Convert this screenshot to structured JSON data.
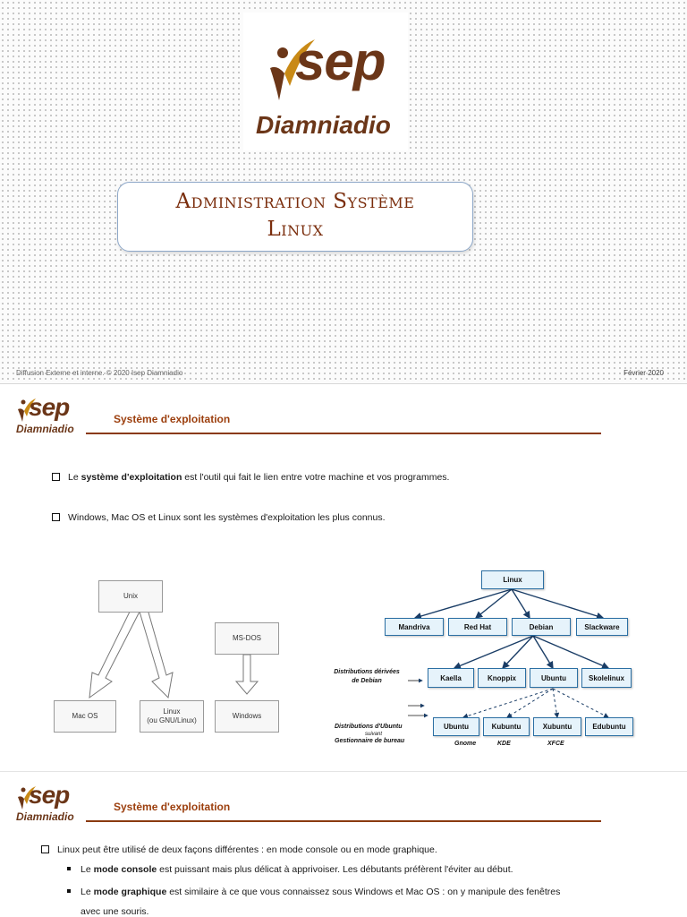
{
  "slide1": {
    "logo": {
      "brand": "sep",
      "sub": "Diamniadio",
      "colors": {
        "brown": "#6b3618",
        "gold": "#c98a16"
      }
    },
    "title": [
      "Administration Système",
      "Linux"
    ],
    "footer_left": "Diffusion Externe et interne. © 2020 Isep Diamniadio",
    "footer_right": "Février 2020"
  },
  "slide2": {
    "logo": {
      "brand": "sep",
      "sub": "Diamniadio"
    },
    "section_title": "Système d'exploitation",
    "bullet1": {
      "pre": "Le ",
      "bold": "système d'exploitation",
      "post": " est l'outil qui fait le lien entre votre machine et vos programmes."
    },
    "bullet2": "Windows, Mac OS et Linux sont les systèmes d'exploitation les plus connus.",
    "family_diagram": {
      "unix": "Unix",
      "msdos": "MS-DOS",
      "macos": "Mac OS",
      "linux": "Linux\n(ou GNU/Linux)",
      "windows": "Windows"
    },
    "distro_tree": {
      "root": "Linux",
      "level1": [
        "Mandriva",
        "Red Hat",
        "Debian",
        "Slackware"
      ],
      "level2": [
        "Kaella",
        "Knoppix",
        "Ubuntu",
        "Skolelinux"
      ],
      "level3": [
        "Ubuntu",
        "Kubuntu",
        "Xubuntu",
        "Edubuntu"
      ],
      "desktops": [
        "Gnome",
        "KDE",
        "XFCE"
      ],
      "note_debian": [
        "Distributions dérivées",
        "de Debian"
      ],
      "note_ubuntu": "Distributions d'Ubuntu",
      "note_suivant": "suivant",
      "note_desktop": "Gestionnaire de bureau"
    }
  },
  "slide3": {
    "logo": {
      "brand": "sep",
      "sub": "Diamniadio"
    },
    "section_title": "Système d'exploitation",
    "bullet1": "Linux peut être utilisé de deux façons différentes : en mode console ou en mode graphique.",
    "sub1": {
      "pre": "Le ",
      "bold": "mode console",
      "post": " est puissant mais plus délicat à apprivoiser. Les débutants préfèrent l'éviter au début."
    },
    "sub2": {
      "pre": "Le ",
      "bold": "mode graphique",
      "post": " est similaire à ce que vous connaissez sous Windows et Mac OS : on y manipule des fenêtres"
    },
    "sub2_cont": "avec une souris."
  }
}
